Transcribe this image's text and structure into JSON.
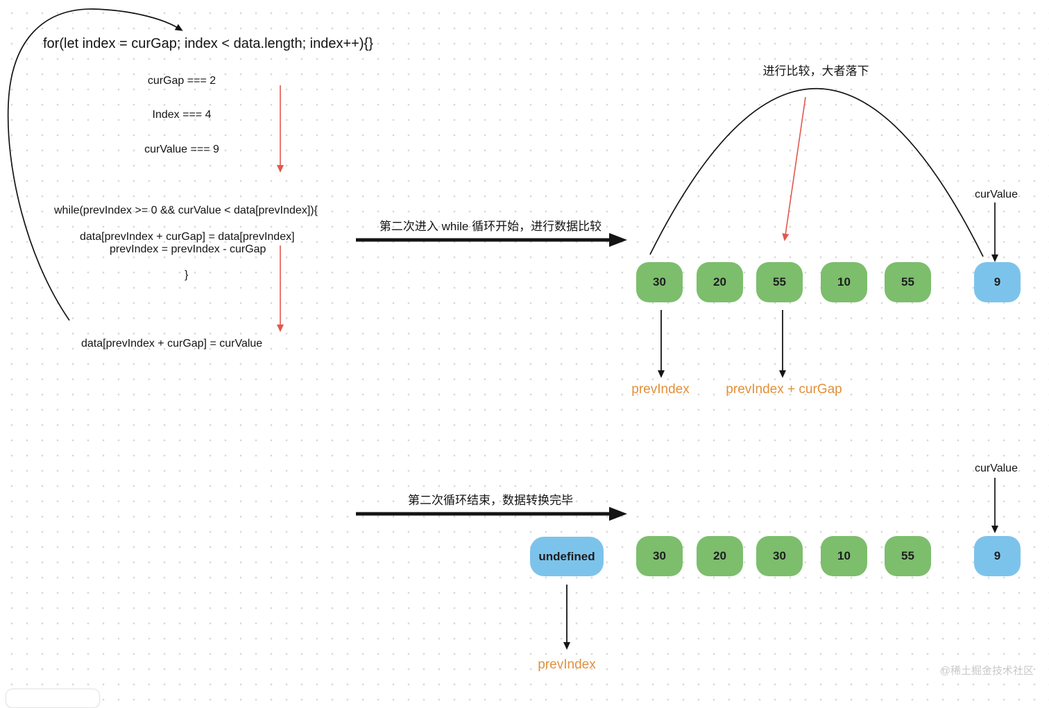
{
  "code": {
    "for_line": "for(let index = curGap; index < data.length; index++){}",
    "var_lines": [
      "curGap === 2",
      "Index === 4",
      "curValue === 9"
    ],
    "while_line": "while(prevIndex >= 0 && curValue < data[prevIndex]){",
    "while_body_1": "data[prevIndex + curGap] = data[prevIndex]",
    "while_body_2": "prevIndex = prevIndex - curGap",
    "while_close": "}",
    "assign_line": "data[prevIndex + curGap] = curValue"
  },
  "step1": {
    "transition_label": "第二次进入 while 循环开始，进行数据比较",
    "compare_label": "进行比较，大者落下",
    "curvalue_label": "curValue",
    "boxes": [
      {
        "value": "30",
        "type": "green"
      },
      {
        "value": "20",
        "type": "green"
      },
      {
        "value": "55",
        "type": "green"
      },
      {
        "value": "10",
        "type": "green"
      },
      {
        "value": "55",
        "type": "green"
      },
      {
        "value": "9",
        "type": "blue"
      }
    ],
    "pointer_prev": "prevIndex",
    "pointer_prev_gap": "prevIndex + curGap"
  },
  "step2": {
    "transition_label": "第二次循环结束，数据转换完毕",
    "curvalue_label": "curValue",
    "boxes": [
      {
        "value": "undefined",
        "type": "blue"
      },
      {
        "value": "30",
        "type": "green"
      },
      {
        "value": "20",
        "type": "green"
      },
      {
        "value": "30",
        "type": "green"
      },
      {
        "value": "10",
        "type": "green"
      },
      {
        "value": "55",
        "type": "green"
      },
      {
        "value": "9",
        "type": "blue"
      }
    ],
    "pointer_prev": "prevIndex"
  },
  "watermark": "@稀土掘金技术社区",
  "colors": {
    "green_box": "#7CBE6C",
    "blue_box": "#7CC3EB",
    "orange_label": "#E0913C",
    "red_arrow": "#E2574D"
  }
}
